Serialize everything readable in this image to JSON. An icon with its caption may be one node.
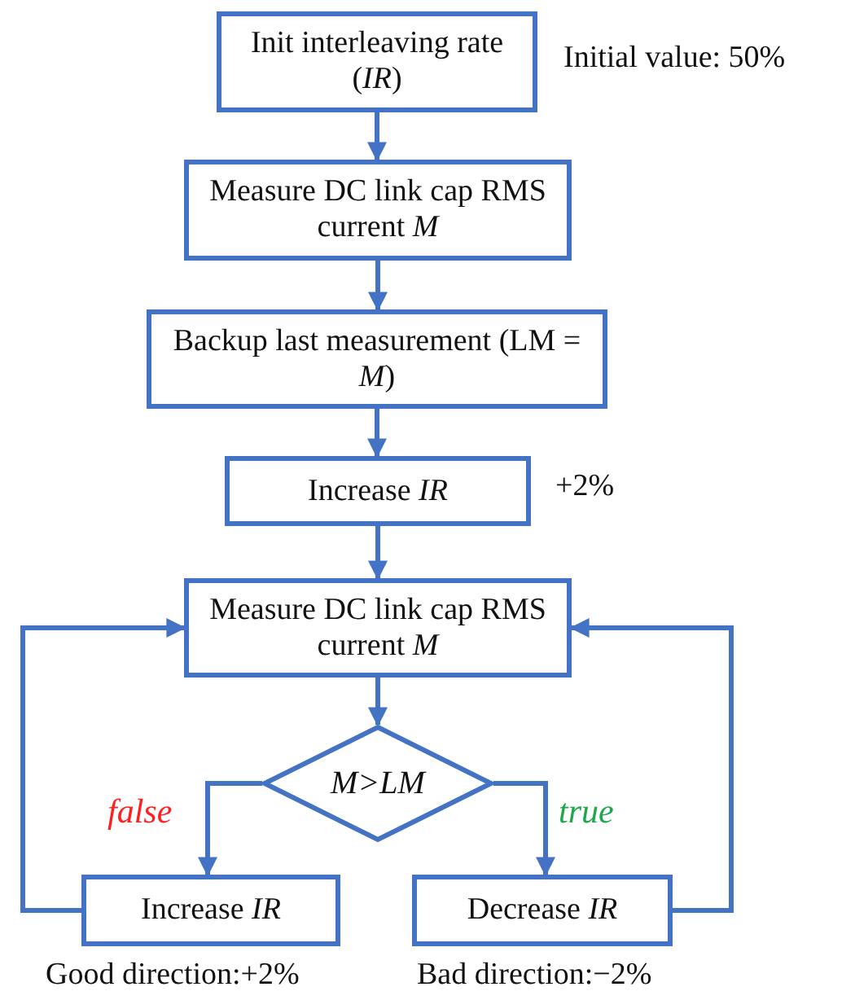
{
  "diagram": {
    "nodes": [
      {
        "text": [
          "Init interleaving rate (*IR*)"
        ],
        "beside": [
          "Initial value: 50%"
        ]
      },
      {
        "text": [
          "Measure DC link cap RMS current *M*"
        ]
      },
      {
        "text": [
          "Backup last measurement (LM = *M*)"
        ]
      },
      {
        "text": [
          "Increase *IR*"
        ],
        "beside": [
          "+2%"
        ]
      },
      {
        "text": [
          "Measure DC link cap RMS current *M*"
        ]
      },
      {
        "text": [
          "M>LM"
        ]
      },
      {
        "text": [
          "Increase *IR*"
        ],
        "beside": [
          "Good direction:+2%"
        ]
      },
      {
        "text": [
          "Decrease *IR*"
        ],
        "beside": [
          "Bad direction:−2%"
        ]
      }
    ],
    "edges": [
      {
        "from": 0,
        "to": 1,
        "arrow": "to"
      },
      {
        "from": 1,
        "to": 2,
        "arrow": "to"
      },
      {
        "from": 2,
        "to": 3,
        "arrow": "to"
      },
      {
        "from": 3,
        "to": 4,
        "arrow": "to"
      },
      {
        "from": 4,
        "to": 5,
        "arrow": "to"
      },
      {
        "from": 5,
        "to": 6,
        "arrow": "to",
        "label": "false"
      },
      {
        "from": 5,
        "to": 7,
        "arrow": "to",
        "label": "true"
      },
      {
        "from": 6,
        "to": 4,
        "arrow": "to"
      },
      {
        "from": 7,
        "to": 4,
        "arrow": "to"
      }
    ]
  }
}
